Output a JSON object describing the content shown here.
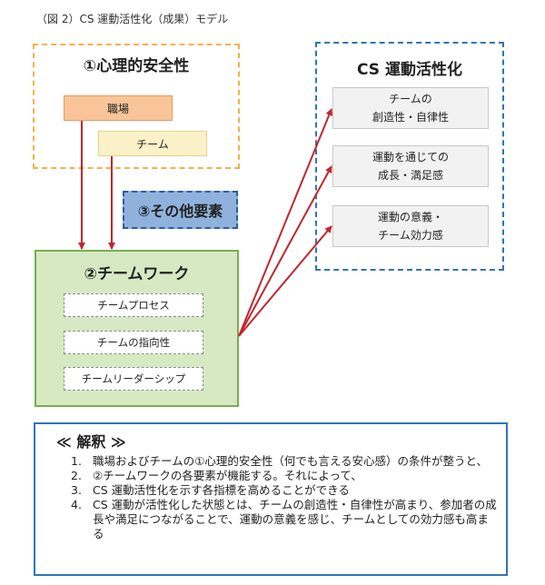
{
  "figure_title": "（図 2）CS 運動活性化（成果）モデル",
  "psych_safety": {
    "title": "①心理的安全性",
    "items": [
      "職場",
      "チーム"
    ]
  },
  "other_factors": {
    "title": "③その他要素"
  },
  "teamwork": {
    "title": "②チームワーク",
    "items": [
      "チームプロセス",
      "チームの指向性",
      "チームリーダーシップ"
    ]
  },
  "cs_activation": {
    "title": "CS 運動活性化",
    "items": [
      {
        "line1": "チームの",
        "line2": "創造性・自律性"
      },
      {
        "line1": "運動を通じての",
        "line2": "成長・満足感"
      },
      {
        "line1": "運動の意義・",
        "line2": "チーム効力感"
      }
    ]
  },
  "interpretation": {
    "title": "≪ 解釈 ≫",
    "items": [
      {
        "num": "1.",
        "text": "職場およびチームの①心理的安全性（何でも言える安心感）の条件が整うと、"
      },
      {
        "num": "2.",
        "text": "②チームワークの各要素が機能する。それによって、"
      },
      {
        "num": "3.",
        "text": "CS 運動活性化を示す各指標を高めることができる"
      },
      {
        "num": "4.",
        "text": "CS 運動が活性化した状態とは、チームの創造性・自律性が高まり、参加者の成長や満足につながることで、運動の意義を感じ、チームとしての効力感も高まる"
      }
    ]
  },
  "colors": {
    "arrow": "#c0272d",
    "psych_border": "#f2b24a",
    "teamwork_fill": "#d6e9c2",
    "other_fill": "#8fb2dd",
    "cs_border": "#2e75b6"
  }
}
